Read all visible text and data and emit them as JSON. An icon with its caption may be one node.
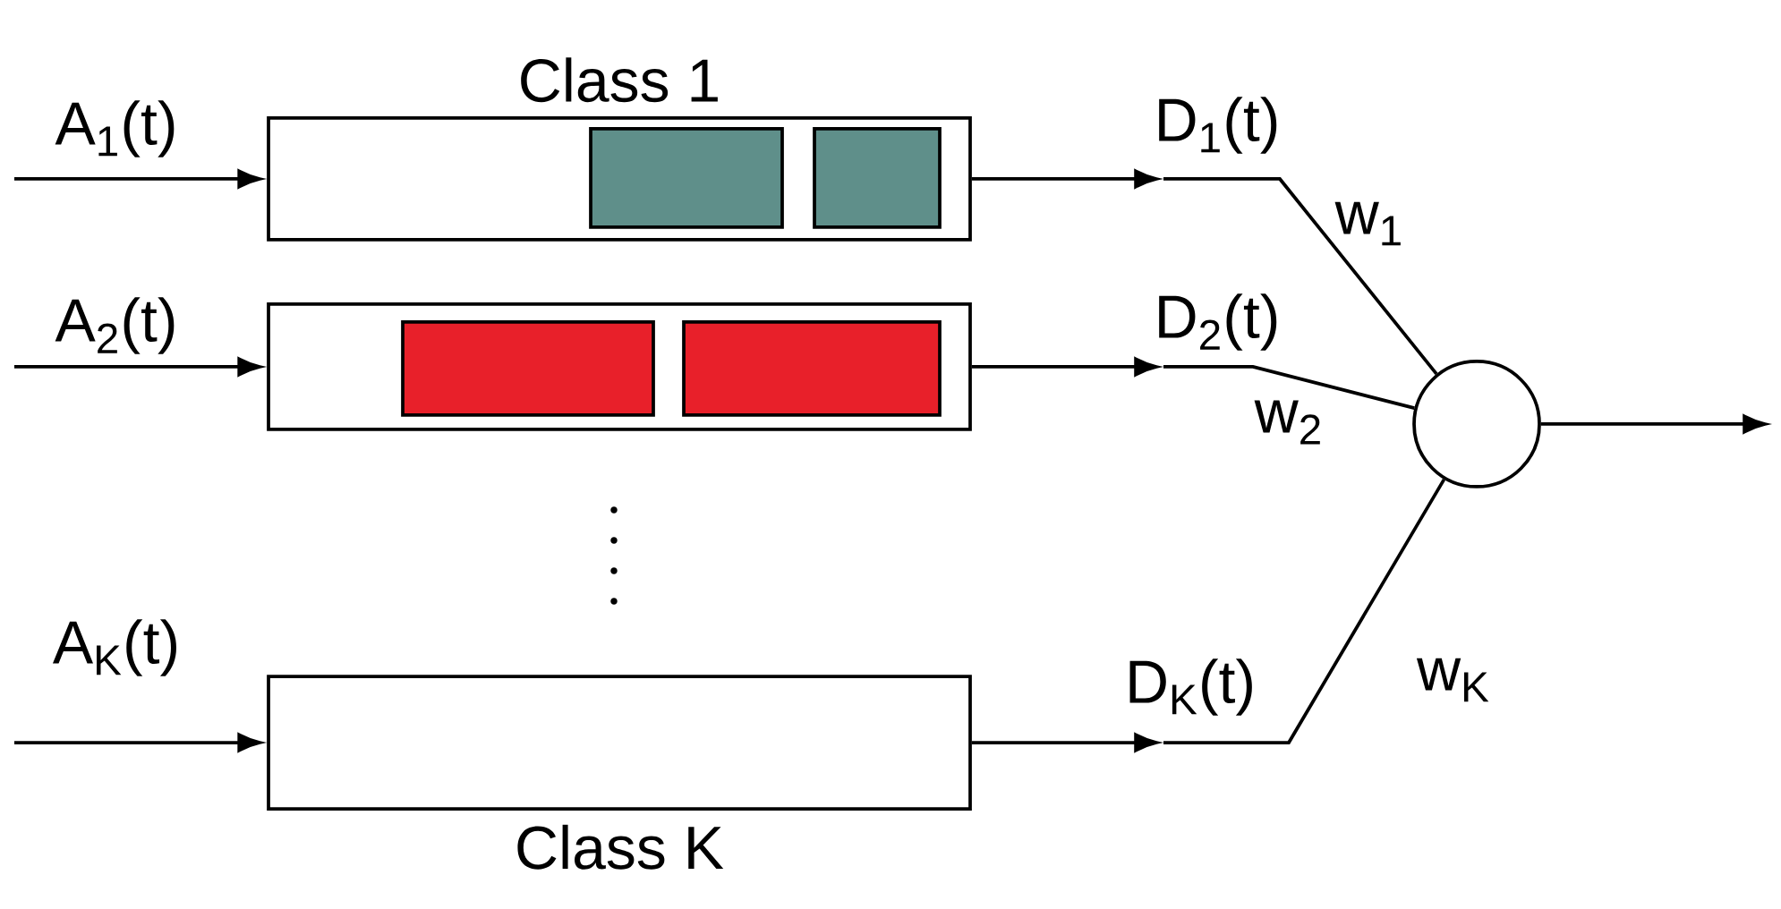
{
  "diagram": {
    "nodes": [
      {
        "text": [
          "Class 1"
        ]
      },
      {
        "text": [],
        "shape": "box"
      },
      {
        "text": [
          "Class K"
        ]
      },
      {
        "text": [],
        "shape": "circle"
      },
      {
        "text": [],
        "shape": "box",
        "in": 0
      },
      {
        "text": [],
        "shape": "box",
        "in": 0
      },
      {
        "text": [],
        "shape": "box",
        "in": 1
      },
      {
        "text": [],
        "shape": "box",
        "in": 1
      }
    ],
    "edges": [
      {
        "from": null,
        "to": 0,
        "arrow": "to",
        "label": "A$_{1}$(t)"
      },
      {
        "from": null,
        "to": 1,
        "arrow": "to",
        "label": "A$_{2}$(t)"
      },
      {
        "from": null,
        "to": 2,
        "arrow": "to",
        "label": "A$_{K}$(t)"
      },
      {
        "from": 0,
        "to": null,
        "arrow": "to",
        "label": "D$_{1}$(t)"
      },
      {
        "from": null,
        "to": 3,
        "arrow": "none",
        "label": "w$_{1}$"
      },
      {
        "from": 1,
        "to": null,
        "arrow": "to",
        "label": "D$_{2}$(t)"
      },
      {
        "from": null,
        "to": 3,
        "arrow": "none",
        "label": "w$_{2}$"
      },
      {
        "from": 2,
        "to": null,
        "arrow": "to",
        "label": "D$_{K}$(t)"
      },
      {
        "from": null,
        "to": 3,
        "arrow": "none",
        "label": "w$_{K}$"
      },
      {
        "from": 3,
        "to": null,
        "arrow": "to"
      }
    ]
  }
}
